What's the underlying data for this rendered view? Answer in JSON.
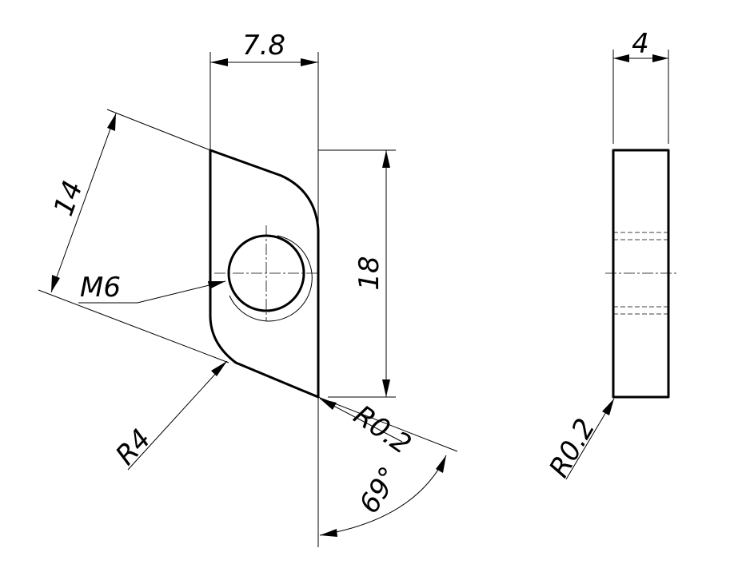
{
  "dimensions": {
    "width_top": "7.8",
    "edge_length": "14",
    "height": "18",
    "thread": "M6",
    "corner_radius": "R4",
    "tip_radius": "R0.2",
    "angle": "69°",
    "thickness": "4",
    "side_radius": "R0.2"
  }
}
